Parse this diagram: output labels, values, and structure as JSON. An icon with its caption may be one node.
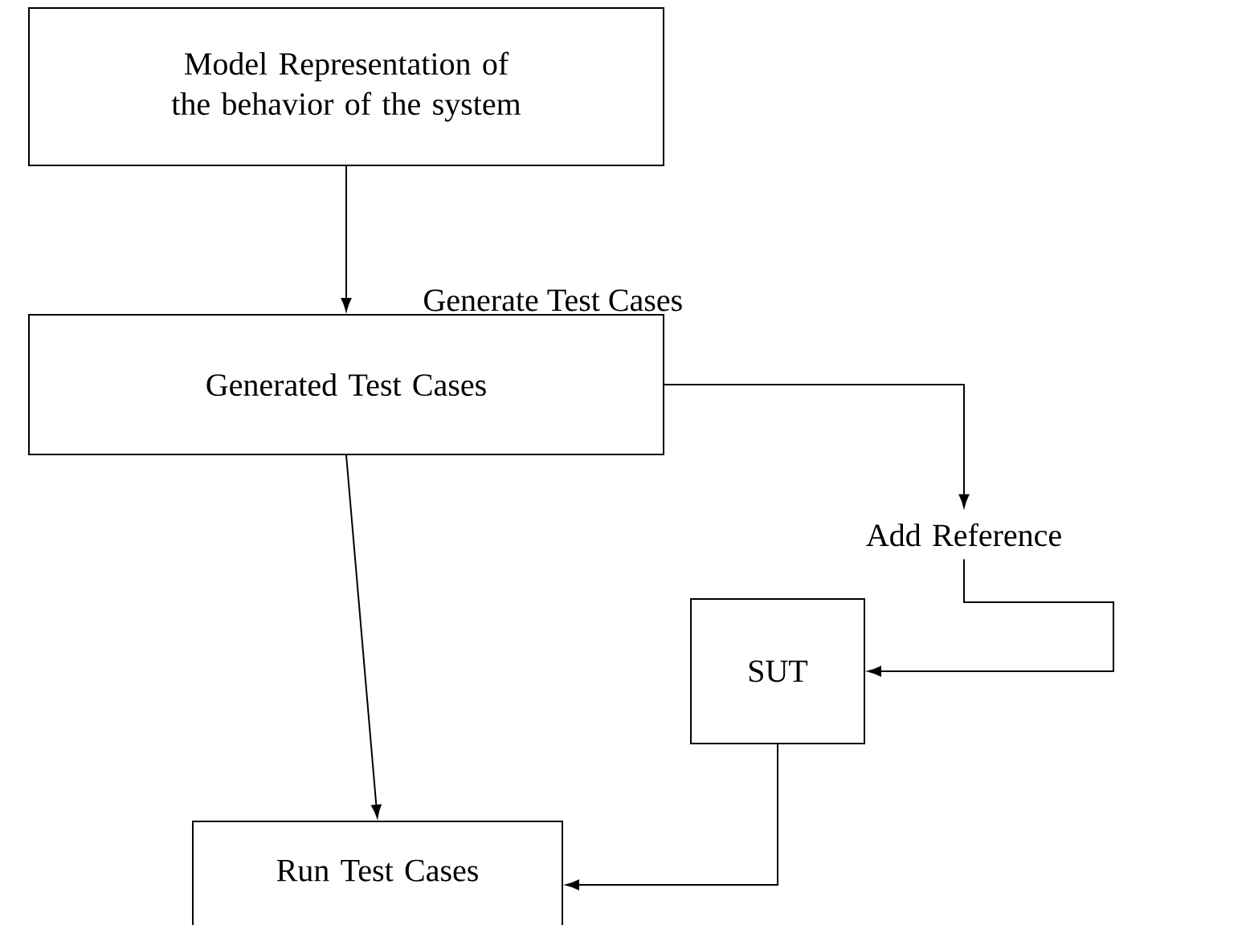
{
  "diagram": {
    "nodes": [
      {
        "text": [
          "Model Representation of the behavior of the system"
        ]
      },
      {
        "text": [
          "Generated Test Cases"
        ]
      },
      {
        "text": [
          "Add Reference"
        ]
      },
      {
        "text": [
          "SUT"
        ]
      },
      {
        "text": [
          "Run Test Cases"
        ]
      }
    ],
    "edges": [
      {
        "from": 0,
        "to": 1,
        "arrow": "to",
        "label": "Generate Test Cases"
      },
      {
        "from": 1,
        "to": 2,
        "arrow": "to"
      },
      {
        "from": 2,
        "to": 3,
        "arrow": "to"
      },
      {
        "from": 1,
        "to": 4,
        "arrow": "to"
      },
      {
        "from": 3,
        "to": 4,
        "arrow": "to"
      }
    ]
  }
}
